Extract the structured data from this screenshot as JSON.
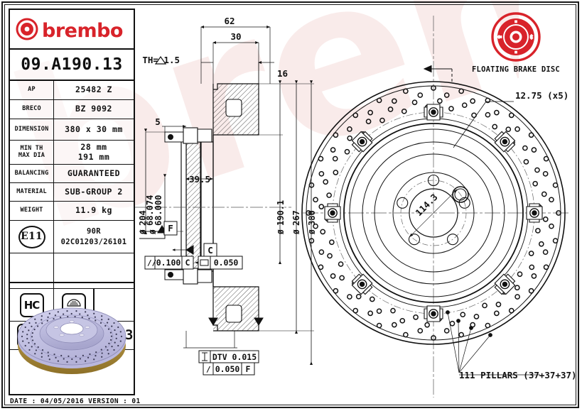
{
  "sheet": {
    "footer": "DATE : 04/05/2016 VERSION : 01",
    "watermark_text": "brembo"
  },
  "spec_table": {
    "brand": "brembo",
    "part_number": "09.A190.13",
    "part_number_repeat": "09.A190.13",
    "rows": [
      {
        "label": "AP",
        "value": "25482 Z"
      },
      {
        "label": "BRECO",
        "value": "BZ 9092"
      },
      {
        "label": "DIMENSION",
        "value": "380 x 30 mm"
      },
      {
        "label": "MIN TH\nMAX DIA",
        "value": "28 mm\n191 mm"
      },
      {
        "label": "BALANCING",
        "value": "GUARANTEED"
      },
      {
        "label": "MATERIAL",
        "value": "SUB-GROUP 2"
      },
      {
        "label": "WEIGHT",
        "value": "11.9 kg"
      }
    ],
    "ap_label": "AP",
    "ap_value": "25482 Z",
    "breco_label": "BRECO",
    "breco_value": "BZ 9092",
    "dimension_label": "DIMENSION",
    "dimension_value": "380 x 30 mm",
    "minth_label_1": "MIN TH",
    "minth_label_2": "MAX DIA",
    "minth_value_1": "28 mm",
    "minth_value_2": "191 mm",
    "balancing_label": "BALANCING",
    "balancing_value": "GUARANTEED",
    "material_label": "MATERIAL",
    "material_value": "SUB-GROUP 2",
    "weight_label": "WEIGHT",
    "weight_value": "11.9 kg",
    "homologation_badge": "E11",
    "homologation_line1": "90R",
    "homologation_line2": "02C01203/26101",
    "icon_hc": "HC",
    "icon_pvt": "PVT"
  },
  "badge": {
    "label": "FLOATING BRAKE DISC",
    "color": "#d8232a"
  },
  "section_view": {
    "dim_62": "62",
    "dim_30": "30",
    "dim_th": "TH= 1.5",
    "dim_16": "16",
    "dim_5": "5",
    "dim_39_5": "39.5",
    "dim_204": "204",
    "dim_68_074": "68.074",
    "dim_68_000": "68.000",
    "dim_190_1": "190.1",
    "dim_267": "267",
    "dim_380": "380",
    "datum_f": "F",
    "datum_c": "C",
    "gdt_parallel": "0.100",
    "gdt_parallel_datum": "C",
    "gdt_flat": "0.050",
    "gdt_dtv": "DTV 0.015",
    "gdt_runout": "0.050",
    "gdt_runout_datum": "F"
  },
  "face_view": {
    "callout_bolt": "12.75 (x5)",
    "bolt_circle": "114.3",
    "pillars": "111 PILLARS (37+37+37)"
  }
}
